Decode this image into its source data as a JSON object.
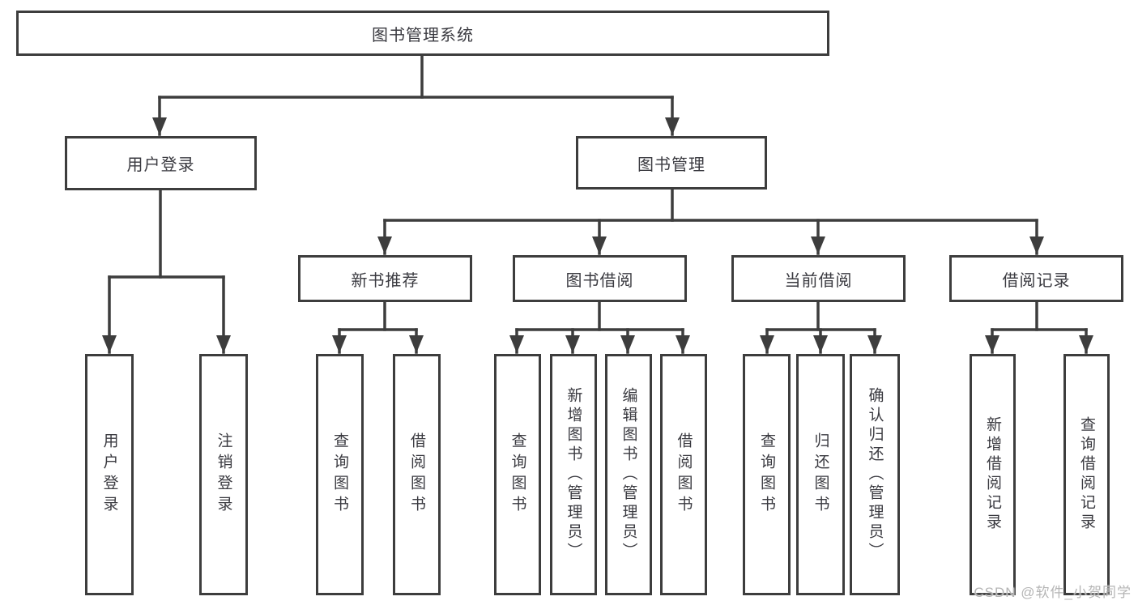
{
  "title": "图书管理系统",
  "branches": {
    "login": {
      "label": "用户登录",
      "children": [
        "用户登录",
        "注销登录"
      ]
    },
    "mgmt": {
      "label": "图书管理",
      "sections": [
        {
          "label": "新书推荐",
          "children": [
            "查询图书",
            "借阅图书"
          ]
        },
        {
          "label": "图书借阅",
          "children": [
            "查询图书",
            "新增图书（管理员）",
            "编辑图书（管理员）",
            "借阅图书"
          ]
        },
        {
          "label": "当前借阅",
          "children": [
            "查询图书",
            "归还图书",
            "确认归还（管理员）"
          ]
        },
        {
          "label": "借阅记录",
          "children": [
            "新增借阅记录",
            "查询借阅记录"
          ]
        }
      ]
    }
  },
  "watermark": "CSDN @软件_小贺同学",
  "colors": {
    "line": "#3d3d3d",
    "text": "#3a3a40",
    "box_background": "#ffffff",
    "watermark": "#b5b5b5",
    "page_background": "#ffffff"
  }
}
